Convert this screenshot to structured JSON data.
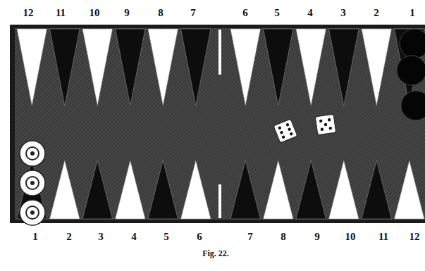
{
  "diagram": {
    "caption": "Fig. 22.",
    "labels": [
      "12",
      "11",
      "10",
      "9",
      "8",
      "7",
      "6",
      "5",
      "4",
      "3",
      "2",
      "1",
      "1",
      "2",
      "3",
      "4",
      "5",
      "6",
      "7",
      "8",
      "9",
      "10",
      "11",
      "12"
    ]
  }
}
